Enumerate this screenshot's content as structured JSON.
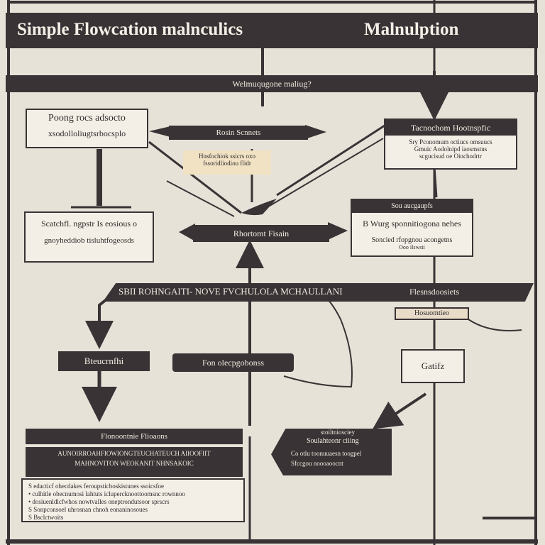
{
  "header": {
    "title_left": "Simple Flowcation malnculics",
    "title_right": "Malnulption",
    "subbar_label": "Welmuqugone maliug?"
  },
  "nodes": {
    "top_left": {
      "line1": "Poong rocs adsocto",
      "line2": "xsodolloliugtsrbocsplo"
    },
    "top_right": {
      "header": "Tacnochom Hootnspfic",
      "line1": "Sry Pconomum octiucs omsuucs",
      "line2": "Gmuic Aodolnipd iaosmstns",
      "line3": "scgucisud oe Oinchodrtr"
    },
    "mid_left": {
      "line1": "Scatchfl. ngpstr Is eosious o",
      "line2": "gnoyheddiob tisluhtfogeosds"
    },
    "mid_right": {
      "header": "Sou aucgaupfs",
      "line1": "B   Wurg sponnitiogona nehes",
      "line2": "Soncied rfopgnou acongetns",
      "line3": "Ooo ilswsti"
    },
    "note_top": {
      "line1": "Hnsfochiok ssicrs oxo",
      "line2": "fssoridliodiou flidr"
    },
    "arrow_top_label": "Rosin Scnnets",
    "arrow_center_label": "Rhortomt Fisain",
    "banner": {
      "left": "SBII ROHNGAITI-   NOVE FVCHULOLA MCHAULLANI",
      "right": "Flesnsdoosiets"
    },
    "small_tag": "Hosuomtieo",
    "left_pill": "Bteucrnfhi",
    "center_pill": "Fon olecpgobonss",
    "gate_box": "Gatifz",
    "bottom_left": {
      "header": "Flonoontnie Flioaons",
      "line1": "AUNOIRROAHFIOWIONGTEUCHATEUCH AIIOOFIIT",
      "line2": "MAHNOVITON WEOKANIT NHNSAKOIC"
    },
    "bottom_center": {
      "header": "stoiltniosciey",
      "line1": "Soulahteonr ciiing",
      "line2": "Co otlu toonuuaesn toogpel",
      "line3": "Sfccgou noooaoocnt"
    },
    "legend": {
      "items": [
        "S  edacticf ohecdakes feroupsticboskistunes ssoicsfoe",
        "•  culhitle obecnumosi lahtuts iclupercknoottoomsnc rownnoo",
        "•  dosiuenldlcfwhos nowtvalles oneptrondutsoor sprscrs",
        "S  Sonpconsoel uhrosnan chnoh eonaninosoues",
        "S  Bsclctwoits"
      ]
    }
  },
  "colors": {
    "dark": "#3a3335",
    "light": "#f4efe6",
    "paper": "#e7e2d8",
    "note": "#f1e2c4"
  }
}
